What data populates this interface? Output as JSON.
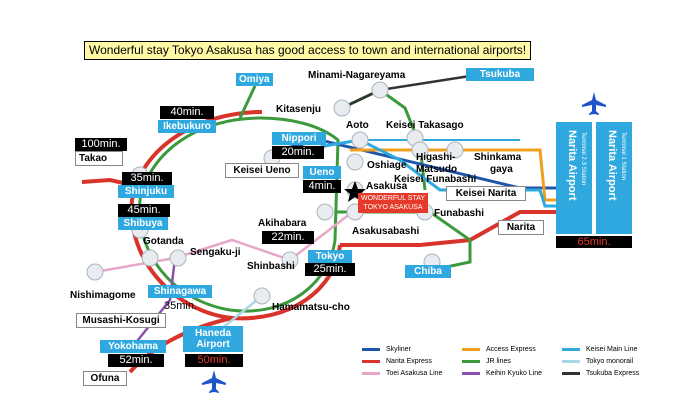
{
  "banner": "Wonderful stay Tokyo Asakusa has good access to town and international airports!",
  "colors": {
    "jr": "#3c9a3c",
    "narita_express": "#d9342b",
    "skyliner": "#1e55a8",
    "access_express": "#f0a020",
    "keisei_main": "#2ea8df",
    "asakusa_line": "#e8a6c8",
    "keihin_kyuko": "#8a4fb0",
    "monorail": "#a8d7e8",
    "tsukuba": "#333333",
    "station_box": "#2ea8df"
  },
  "stations": {
    "omiya": "Omiya",
    "ikebukuro": "Ikebukuro",
    "ikebukuro_time": "40min.",
    "takao": "Takao",
    "takao_time": "100min.",
    "shinjuku": "Shinjuku",
    "shinjuku_time": "35min.",
    "shibuya": "Shibuya",
    "shibuya_time": "45min.",
    "gotanda": "Gotanda",
    "sengakuji": "Sengaku-ji",
    "nishimagome": "Nishimagome",
    "shinagawa": "Shinagawa",
    "shinagawa_time": "35min.",
    "musashi_kosugi": "Musashi-Kosugi",
    "yokohama": "Yokohama",
    "yokohama_time": "52min.",
    "ofuna": "Ofuna",
    "haneda_line1": "Haneda",
    "haneda_line2": "Airport",
    "haneda_time": "50min.",
    "minami_nagareyama": "Minami-Nagareyama",
    "tsukuba": "Tsukuba",
    "kitasenju": "Kitasenju",
    "nippori": "Nippori",
    "nippori_time": "20min.",
    "aoto": "Aoto",
    "keisei_takasago": "Keisei Takasago",
    "keisei_ueno": "Keisei Ueno",
    "ueno": "Ueno",
    "ueno_time": "4min.",
    "oshiage": "Oshiage",
    "higashi_matsudo_1": "Higashi-",
    "higashi_matsudo_2": "Matsudo",
    "shinkamagaya_1": "Shinkama",
    "shinkamagaya_2": "gaya",
    "asakusa": "Asakusa",
    "keisei_funabashi": "Keisei Funabashi",
    "keisei_narita": "Keisei Narita",
    "hotel_line1": "WONDERFUL STAY",
    "hotel_line2": "TOKYO ASAKUSA",
    "akihabara": "Akihabara",
    "akihabara_time": "22min.",
    "asakusabashi": "Asakusabashi",
    "funabashi": "Funabashi",
    "narita": "Narita",
    "tokyo": "Tokyo",
    "tokyo_time": "25min.",
    "shinbashi": "Shinbashi",
    "chiba": "Chiba",
    "hamamatsucho": "Hamamatsu-cho",
    "narita_airport": "Narita Airport",
    "terminal_23": "Terminal 2·3 Station",
    "terminal_1": "Terminal 1 Station",
    "narita_airport_time": "65min."
  },
  "legend": [
    {
      "label": "Skyliner",
      "color": "#1e55a8"
    },
    {
      "label": "Access Express",
      "color": "#f0a020"
    },
    {
      "label": "Keisei Main Line",
      "color": "#2ea8df"
    },
    {
      "label": "Narita Express",
      "color": "#d9342b"
    },
    {
      "label": "JR lines",
      "color": "#3c9a3c"
    },
    {
      "label": "Tokyo monorail",
      "color": "#a8d7e8"
    },
    {
      "label": "Toei Asakusa Line",
      "color": "#e8a6c8"
    },
    {
      "label": "Keihin Kyuko Line",
      "color": "#8a4fb0"
    },
    {
      "label": "Tsukuba Express",
      "color": "#333333"
    }
  ],
  "icons": {
    "airplane": "airplane-icon",
    "hotel_star": "star-icon"
  }
}
